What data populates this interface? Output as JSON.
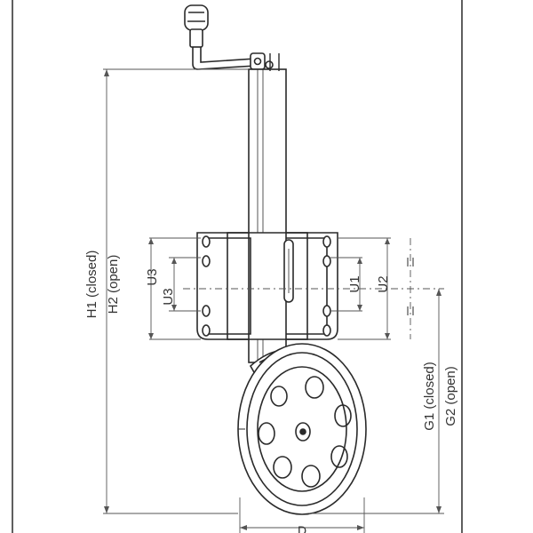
{
  "diagram": {
    "labels": {
      "h1": "H1 (closed)",
      "h2": "H2 (open)",
      "g1": "G1 (closed)",
      "g2": "G2 (open)",
      "u1": "U1",
      "u2": "U2",
      "u3_outer": "U3",
      "u3_inner": "U3",
      "d": "D"
    },
    "colors": {
      "line": "#2a2a2a",
      "dim_line": "#555555",
      "background": "#ffffff"
    }
  }
}
